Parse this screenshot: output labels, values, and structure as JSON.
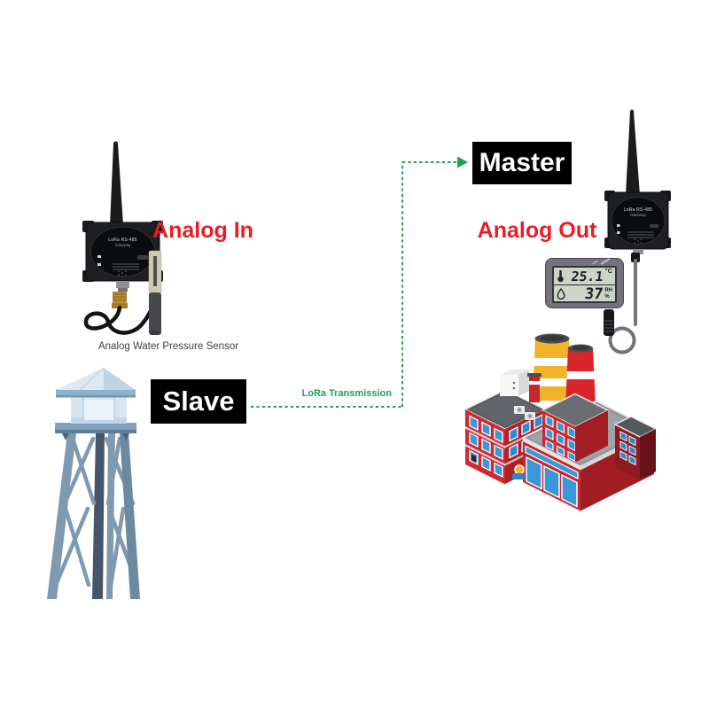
{
  "diagram": {
    "labels": {
      "analog_in": "Analog In",
      "analog_out": "Analog Out",
      "master": "Master",
      "slave": "Slave",
      "transmission": "LoRa Transmission",
      "sensor_caption": "Analog Water Pressure Sensor"
    },
    "device_left": {
      "name_line": "LoRa RS-485",
      "sub_line": "Gateway"
    },
    "device_right": {
      "name_line": "LoRa RS-485",
      "sub_line": "Gateway"
    },
    "display": {
      "temp_value": "25.1",
      "temp_unit": "°C",
      "humidity_value": "37",
      "humidity_unit_top": "RH",
      "humidity_unit_bottom": "%"
    },
    "colors": {
      "accent_red": "#E91D25",
      "link_green": "#1CA352",
      "label_bg": "#000000",
      "label_fg": "#FFFFFF",
      "factory_red": "#CE2A2F",
      "window_blue": "#3A97D8",
      "chimney_yellow": "#F2B229",
      "tower_blue": "#7E99B0",
      "lcd_bg": "#CCD5C6"
    }
  }
}
